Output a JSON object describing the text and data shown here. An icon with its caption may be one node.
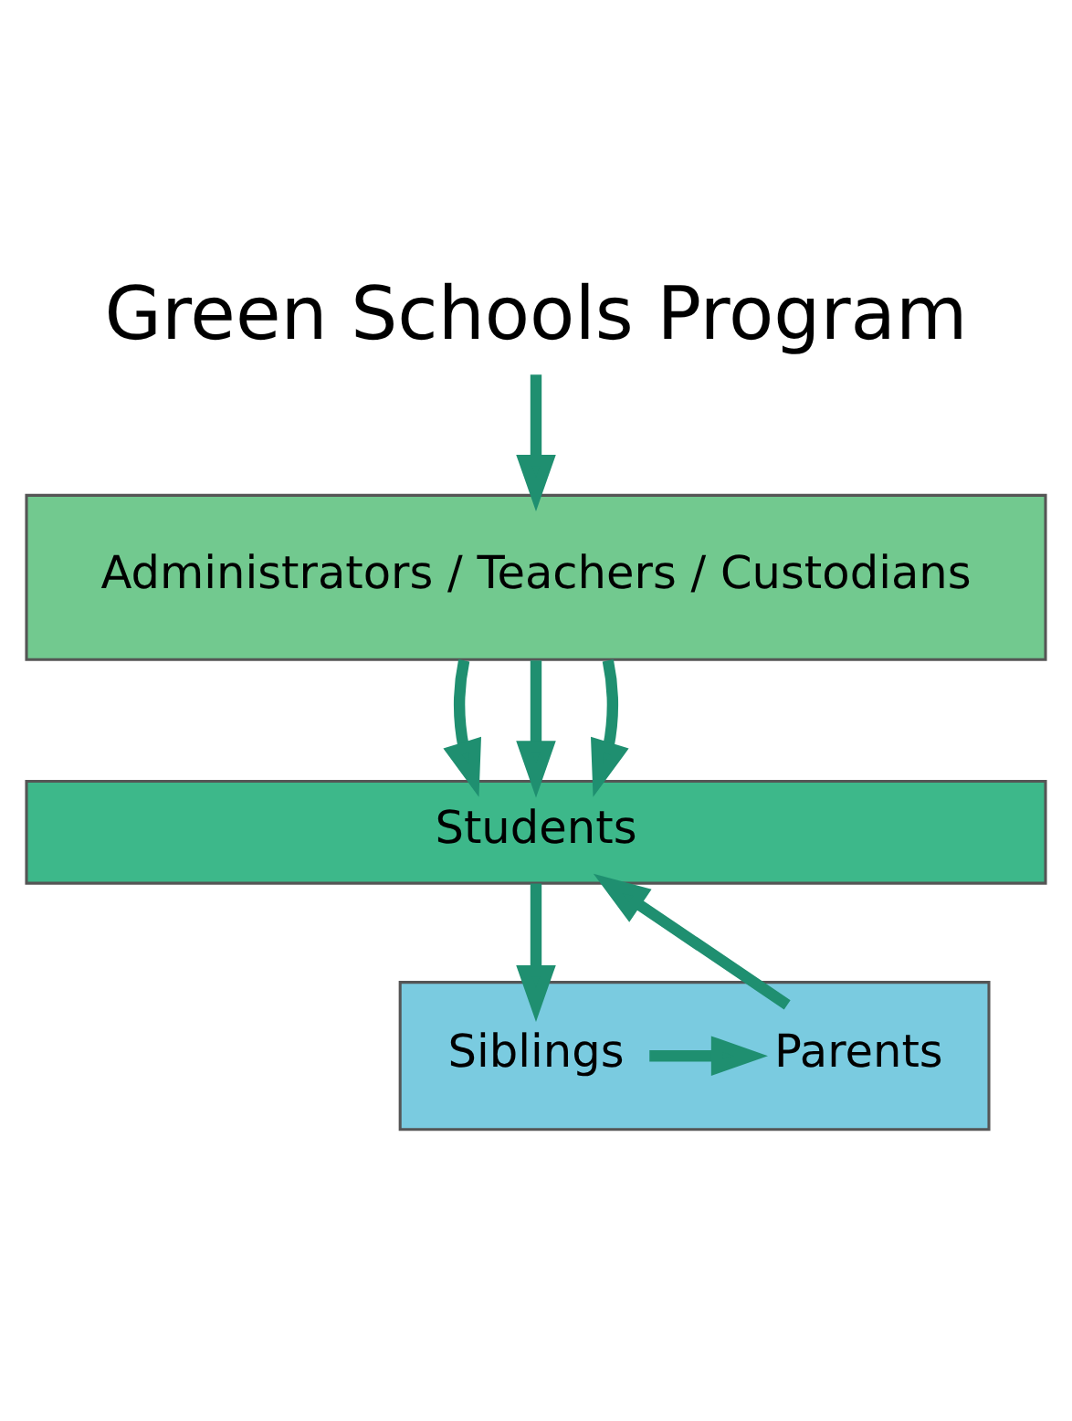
{
  "diagram": {
    "nodes": [
      {
        "text": [
          "Green Schools Program"
        ]
      },
      {
        "text": [
          "Administrators / Teachers / Custodians"
        ]
      },
      {
        "text": [
          "Students"
        ]
      },
      {
        "text": [],
        "shape": "box"
      },
      {
        "text": [
          "Parents"
        ],
        "in": 3
      },
      {
        "text": [
          "Siblings"
        ],
        "in": 3
      }
    ],
    "edges": [
      {
        "from": 0,
        "to": 1,
        "arrow": "to"
      },
      {
        "from": 1,
        "to": 2,
        "arrow": "to"
      },
      {
        "from": 1,
        "to": 2,
        "arrow": "to"
      },
      {
        "from": 1,
        "to": 2,
        "arrow": "to"
      },
      {
        "from": 2,
        "to": 5,
        "arrow": "to"
      },
      {
        "from": 5,
        "to": 4,
        "arrow": "to"
      },
      {
        "from": 4,
        "to": 2,
        "arrow": "to"
      }
    ]
  }
}
